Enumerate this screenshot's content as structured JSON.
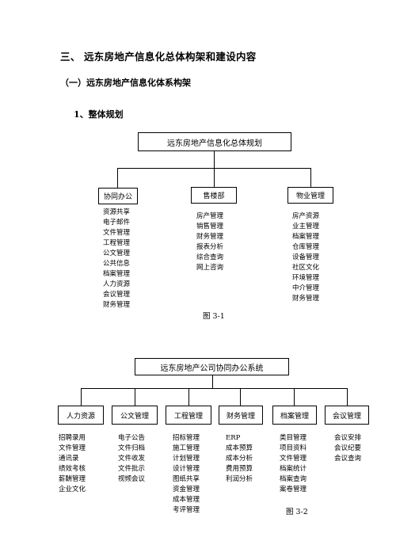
{
  "heading": {
    "number": "三、",
    "text": "远东房地产信息化总体构架和建设内容"
  },
  "subheading": "（一）远东房地产信息化体系构架",
  "section": "1、整体规划",
  "figure1": {
    "title": "远东房地产信息化总体规划",
    "branches": [
      {
        "label": "协同办公",
        "items": [
          "资源共享",
          "电子邮件",
          "文件管理",
          "工程管理",
          "公文管理",
          "公共信息",
          "档案管理",
          "人力资源",
          "会议管理",
          "财务管理"
        ]
      },
      {
        "label": "售楼部",
        "items": [
          "房产管理",
          "销售管理",
          "财务管理",
          "报表分析",
          "综合查询",
          "网上咨询"
        ]
      },
      {
        "label": "物业管理",
        "items": [
          "房产资源",
          "业主管理",
          "档案管理",
          "仓库管理",
          "设备管理",
          "社区文化",
          "环境管理",
          "中介管理",
          "财务管理"
        ]
      }
    ],
    "caption": "图 3-1"
  },
  "figure2": {
    "title": "远东房地产公司协同办公系统",
    "branches": [
      {
        "label": "人力资源",
        "items": [
          "招聘录用",
          "文件管理",
          "通讯录",
          "绩效考核",
          "薪酬管理",
          "企业文化"
        ]
      },
      {
        "label": "公文管理",
        "items": [
          "电子公告",
          "文件归档",
          "文件收发",
          "文件批示",
          "视频会议"
        ]
      },
      {
        "label": "工程管理",
        "items": [
          "招标管理",
          "施工管理",
          "计划管理",
          "设计管理",
          "图纸共享",
          "资金管理",
          "成本管理",
          "考评管理"
        ]
      },
      {
        "label": "财务管理",
        "items": [
          "ERP",
          "成本预算",
          "成本分析",
          "费用预算",
          "利润分析"
        ]
      },
      {
        "label": "档案管理",
        "items": [
          "类目管理",
          "项目资料",
          "文件管理",
          "档案统计",
          "档案查询",
          "案卷管理"
        ]
      },
      {
        "label": "会议管理",
        "items": [
          "会议安排",
          "会议纪要",
          "会议查询"
        ]
      }
    ],
    "caption": "图 3-2"
  }
}
